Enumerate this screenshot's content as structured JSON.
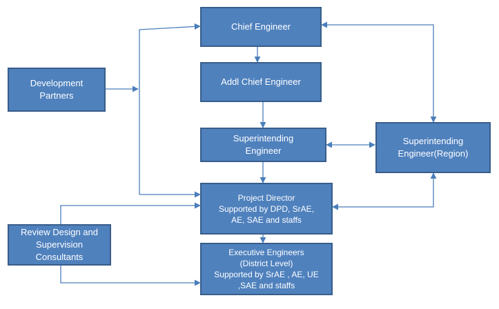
{
  "nodes": {
    "chief_engineer": "Chief Engineer",
    "addl_chief_engineer": "Addl Chief Engineer",
    "superintending_engineer": "Superintending\nEngineer",
    "superintending_engineer_region": "Superintending\nEngineer(Region)",
    "development_partners": "Development\nPartners",
    "project_director": "Project Director\nSupported by DPD, SrAE,\nAE, SAE and staffs",
    "review_design_consultants": "Review Design and\nSupervision\nConsultants",
    "executive_engineers": "Executive Engineers\n(District Level)\nSupported by SrAE , AE, UE\n,SAE and staffs"
  },
  "colors": {
    "box_fill": "#4f81bd",
    "box_border": "#385d8a",
    "connector": "#4a7ebb",
    "text": "#ffffff"
  }
}
